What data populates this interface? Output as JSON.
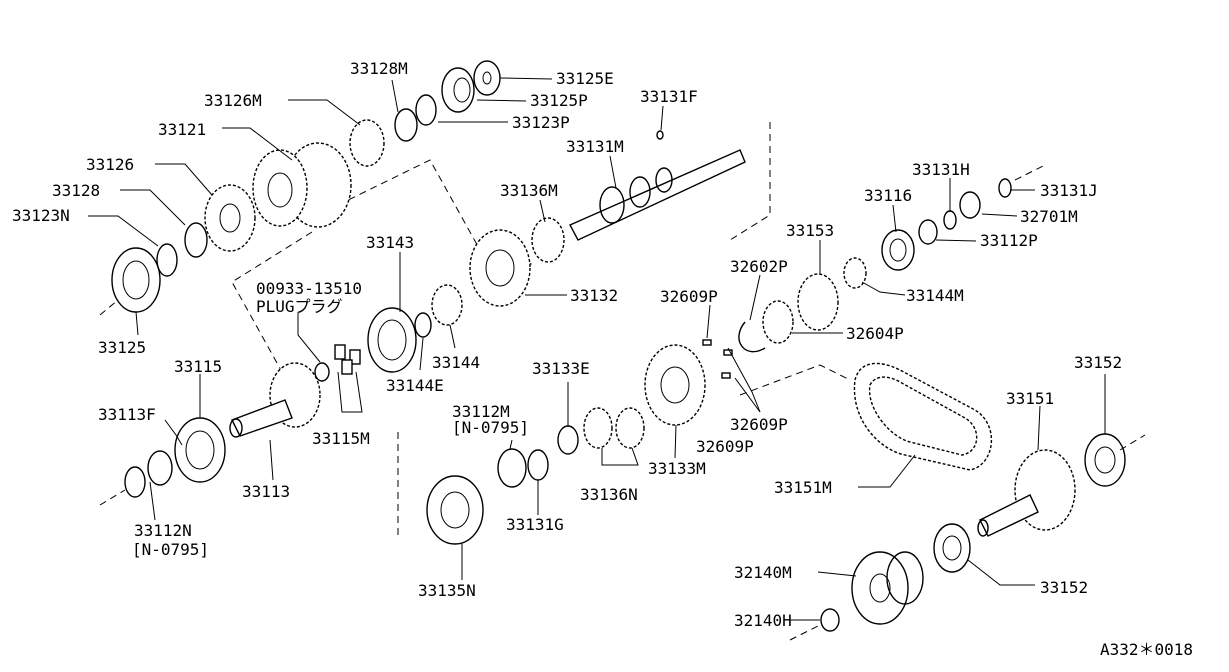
{
  "labels": {
    "p33128M": "33128M",
    "p33125E": "33125E",
    "p33126M": "33126M",
    "p33125P": "33125P",
    "p33131F": "33131F",
    "p33121": "33121",
    "p33123P": "33123P",
    "p33131M": "33131M",
    "p33126": "33126",
    "p33136M": "33136M",
    "p33131H": "33131H",
    "p33128": "33128",
    "p33116": "33116",
    "p33131J": "33131J",
    "p33123N": "33123N",
    "p32701M": "32701M",
    "p33153": "33153",
    "p33112P": "33112P",
    "p33143": "33143",
    "p32602P": "32602P",
    "p00933": "00933-13510",
    "plug": "PLUGプラグ",
    "p33132": "33132",
    "p33144M": "33144M",
    "p32609P_a": "32609P",
    "p32604P": "32604P",
    "p33125": "33125",
    "p33115": "33115",
    "p33144": "33144",
    "p33133E": "33133E",
    "p33144E": "33144E",
    "p33152_top": "33152",
    "p33151": "33151",
    "p33113F": "33113F",
    "p33112M": "33112M",
    "p33112M_code": "[N-0795]",
    "p32609P_b": "32609P",
    "p33115M": "33115M",
    "p32609P_c": "32609P",
    "p33133M": "33133M",
    "p33113": "33113",
    "p33151M": "33151M",
    "p33136N": "33136N",
    "p33112N": "33112N",
    "p33112N_code": "[N-0795]",
    "p33131G": "33131G",
    "p32140M": "32140M",
    "p33135N": "33135N",
    "p33152_bottom": "33152",
    "p32140H": "32140H",
    "diagram_code": "A332＊0018"
  }
}
